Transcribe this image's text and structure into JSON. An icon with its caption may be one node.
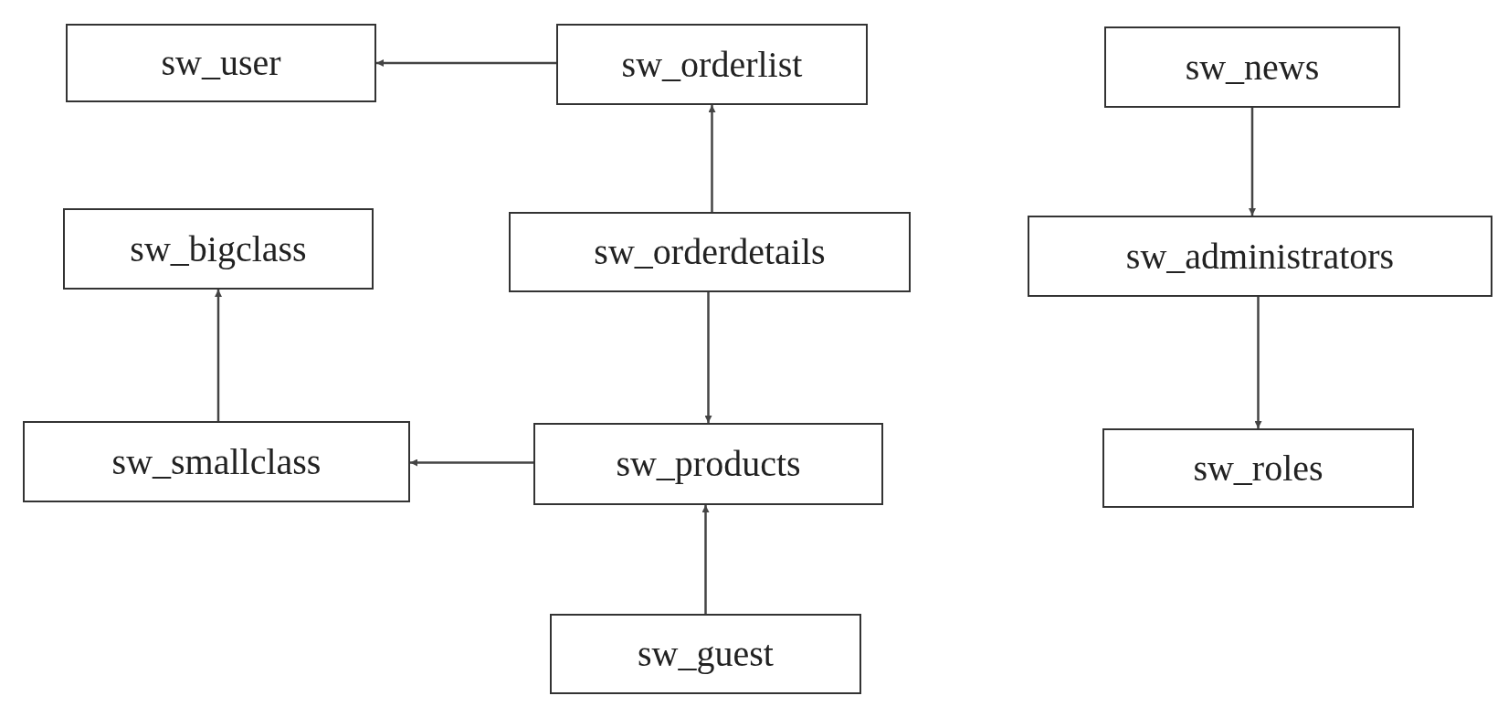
{
  "diagram": {
    "nodes": [
      {
        "text": [
          "sw_user"
        ]
      },
      {
        "text": [
          "sw_orderlist"
        ]
      },
      {
        "text": [
          "sw_news"
        ]
      },
      {
        "text": [
          "sw_bigclass"
        ]
      },
      {
        "text": [
          "sw_orderdetails"
        ]
      },
      {
        "text": [
          "sw_administrators"
        ]
      },
      {
        "text": [
          "sw_smallclass"
        ]
      },
      {
        "text": [
          "sw_products"
        ]
      },
      {
        "text": [
          "sw_roles"
        ]
      },
      {
        "text": [
          "sw_guest"
        ]
      }
    ],
    "edges": [
      {
        "from": 1,
        "to": 0,
        "arrow": "to"
      },
      {
        "from": 4,
        "to": 1,
        "arrow": "to"
      },
      {
        "from": 4,
        "to": 7,
        "arrow": "to"
      },
      {
        "from": 6,
        "to": 3,
        "arrow": "to"
      },
      {
        "from": 7,
        "to": 6,
        "arrow": "to"
      },
      {
        "from": 9,
        "to": 7,
        "arrow": "to"
      },
      {
        "from": 2,
        "to": 5,
        "arrow": "to"
      },
      {
        "from": 5,
        "to": 8,
        "arrow": "to"
      }
    ]
  }
}
